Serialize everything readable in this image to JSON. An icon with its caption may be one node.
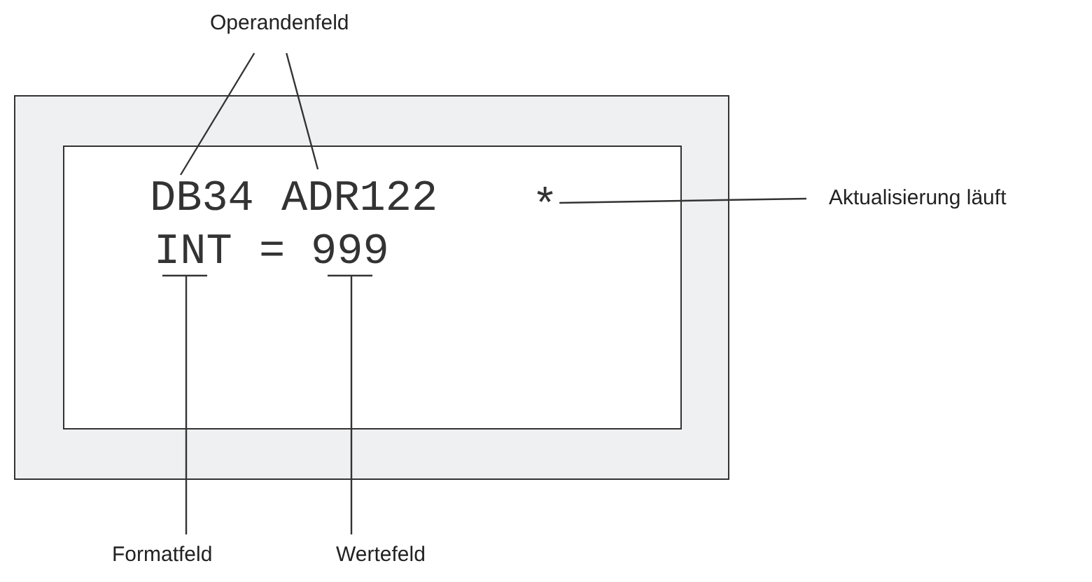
{
  "diagram": {
    "nodes": [
      {
        "text": [
          "Operandenfeld"
        ]
      },
      {
        "text": [],
        "shape": "box"
      },
      {
        "text": [],
        "shape": "box",
        "in": 1
      },
      {
        "text": [
          "DB34"
        ],
        "in": 2
      },
      {
        "text": [
          "ADR122"
        ],
        "in": 2
      },
      {
        "text": [
          "*"
        ],
        "in": 2
      },
      {
        "text": [
          "Aktualisierung läuft"
        ]
      },
      {
        "text": [
          "INT"
        ],
        "in": 2
      },
      {
        "text": [
          "="
        ],
        "in": 2
      },
      {
        "text": [
          "999"
        ],
        "in": 2
      },
      {
        "text": [
          "Formatfeld"
        ]
      },
      {
        "text": [
          "Wertefeld"
        ]
      }
    ],
    "edges": [
      {
        "from": 0,
        "to": 3,
        "arrow": "none"
      },
      {
        "from": 0,
        "to": 4,
        "arrow": "none"
      },
      {
        "from": 6,
        "to": 5,
        "arrow": "none"
      },
      {
        "from": 10,
        "to": 7,
        "arrow": "none"
      },
      {
        "from": 11,
        "to": 9,
        "arrow": "none"
      }
    ]
  }
}
